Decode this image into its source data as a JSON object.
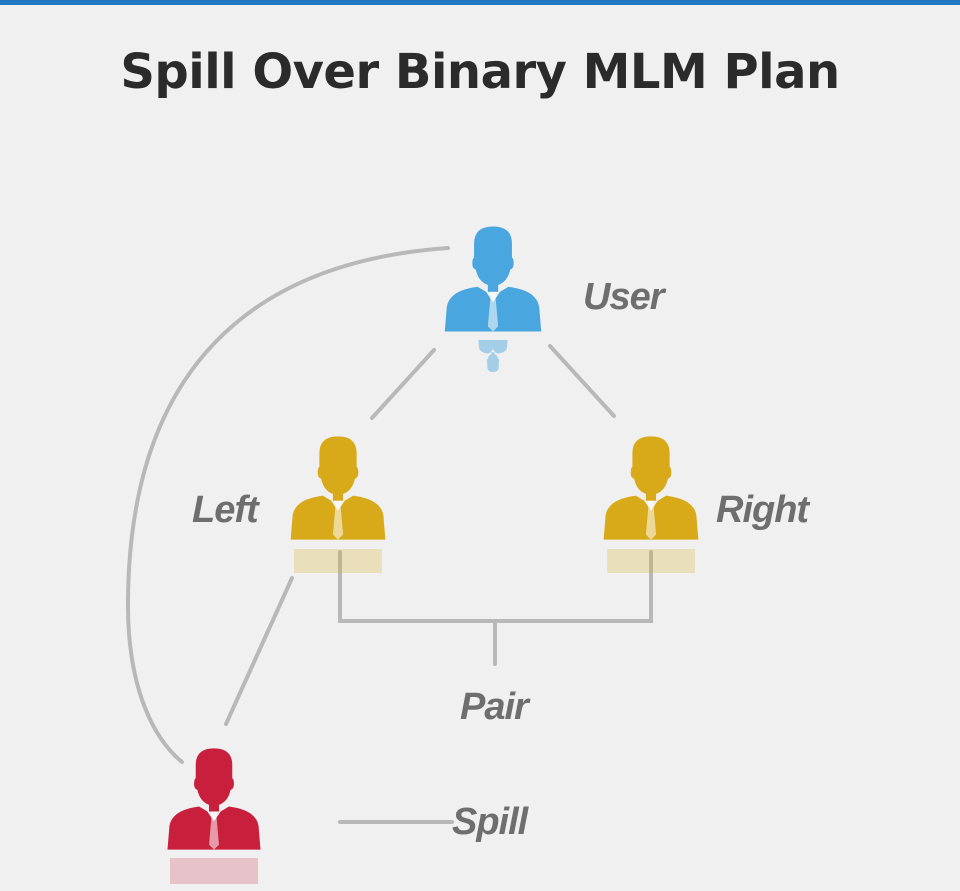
{
  "title": "Spill Over Binary MLM Plan",
  "nodes": {
    "user": {
      "label": "User",
      "color": "#4aa6de",
      "icon": "person-icon"
    },
    "left": {
      "label": "Left",
      "color": "#d8aa1a",
      "icon": "person-icon"
    },
    "right": {
      "label": "Right",
      "color": "#d8aa1a",
      "icon": "person-icon"
    },
    "spill": {
      "label": "Spill",
      "color": "#c81f3c",
      "icon": "person-icon"
    }
  },
  "connectors": {
    "pair_label": "Pair",
    "line_color": "#b8b8b8"
  },
  "accent_bar_color": "#1f78c1"
}
